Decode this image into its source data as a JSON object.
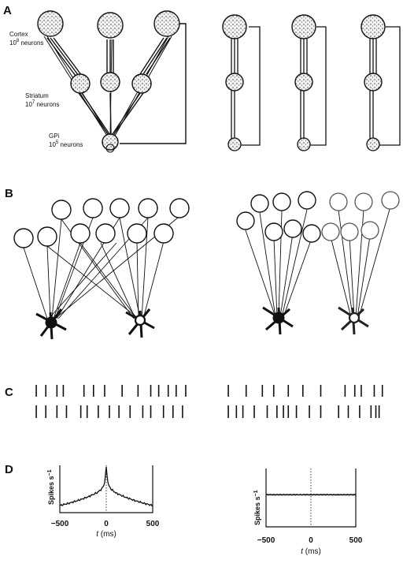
{
  "panels": {
    "a": {
      "label": "A",
      "cortex_name": "Cortex",
      "cortex_count": "10",
      "cortex_exp": "8",
      "cortex_unit": "neurons",
      "striatum_name": "Striatum",
      "striatum_count": "10",
      "striatum_exp": "7",
      "striatum_unit": "neurons",
      "gpi_name": "GPi",
      "gpi_count": "10",
      "gpi_exp": "5",
      "gpi_unit": "neurons"
    },
    "b": {
      "label": "B"
    },
    "c": {
      "label": "C"
    },
    "d": {
      "label": "D",
      "left_ylabel": "Spikes s",
      "right_ylabel": "Spikes s",
      "ylabel_exp": "−1",
      "left_xticks": [
        "−500",
        "0",
        "500"
      ],
      "right_xticks": [
        "−500",
        "0",
        "500"
      ],
      "left_xlabel_var": "t",
      "left_xlabel_unit": " (ms)",
      "right_xlabel_var": "t",
      "right_xlabel_unit": " (ms)"
    }
  },
  "colors": {
    "ink": "#111111",
    "paper": "#ffffff"
  },
  "spike_trains": {
    "left_top": [
      0.04,
      0.1,
      0.17,
      0.21,
      0.34,
      0.4,
      0.47,
      0.58,
      0.68,
      0.76,
      0.81,
      0.87,
      0.92,
      0.98
    ],
    "left_bottom": [
      0.04,
      0.1,
      0.17,
      0.23,
      0.32,
      0.36,
      0.43,
      0.5,
      0.56,
      0.63,
      0.71,
      0.76,
      0.84,
      0.9,
      0.96
    ],
    "right_top": [
      0.01,
      0.12,
      0.22,
      0.29,
      0.38,
      0.47,
      0.58,
      0.73,
      0.79,
      0.83,
      0.91,
      0.96
    ],
    "right_bottom": [
      0.01,
      0.06,
      0.1,
      0.17,
      0.25,
      0.31,
      0.35,
      0.38,
      0.43,
      0.51,
      0.58,
      0.69,
      0.75,
      0.82,
      0.89,
      0.92,
      0.94
    ]
  },
  "chart_data": [
    {
      "type": "line",
      "title": "",
      "xlabel": "t (ms)",
      "ylabel": "Spikes s−1",
      "xlim": [
        -500,
        500
      ],
      "xticks": [
        -500,
        0,
        500
      ],
      "x": [
        -500,
        -400,
        -300,
        -200,
        -100,
        -50,
        -20,
        0,
        20,
        50,
        100,
        200,
        300,
        400,
        500
      ],
      "series": [
        {
          "values": [
            0.15,
            0.2,
            0.26,
            0.33,
            0.42,
            0.5,
            0.6,
            0.95,
            0.6,
            0.5,
            0.42,
            0.33,
            0.26,
            0.2,
            0.15
          ]
        }
      ]
    },
    {
      "type": "line",
      "title": "",
      "xlabel": "t (ms)",
      "ylabel": "Spikes s−1",
      "xlim": [
        -500,
        500
      ],
      "xticks": [
        -500,
        0,
        500
      ],
      "x": [
        -500,
        500
      ],
      "series": [
        {
          "values": [
            0.55,
            0.55
          ]
        }
      ]
    }
  ]
}
